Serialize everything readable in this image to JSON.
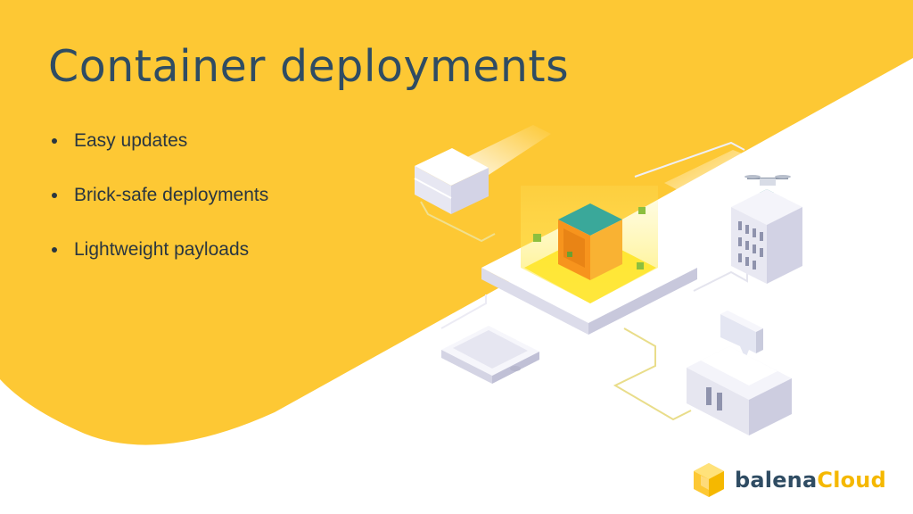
{
  "slide": {
    "title": "Container deployments",
    "bullets": [
      "Easy updates",
      "Brick-safe deployments",
      "Lightweight payloads"
    ]
  },
  "brand": {
    "name_part1": "balena",
    "name_part2": "Cloud"
  },
  "colors": {
    "background_yellow": "#fdc834",
    "title": "#2f4c63",
    "text": "#2a3640",
    "brand_accent": "#f5b800",
    "cube_top": "#3aa89a",
    "cube_side": "#f7941d"
  },
  "icons": [
    "server-box-icon",
    "container-cube-icon",
    "drone-icon",
    "office-building-icon",
    "tablet-icon",
    "chat-bubble-icon",
    "small-building-icon",
    "balena-cube-logo-icon"
  ]
}
